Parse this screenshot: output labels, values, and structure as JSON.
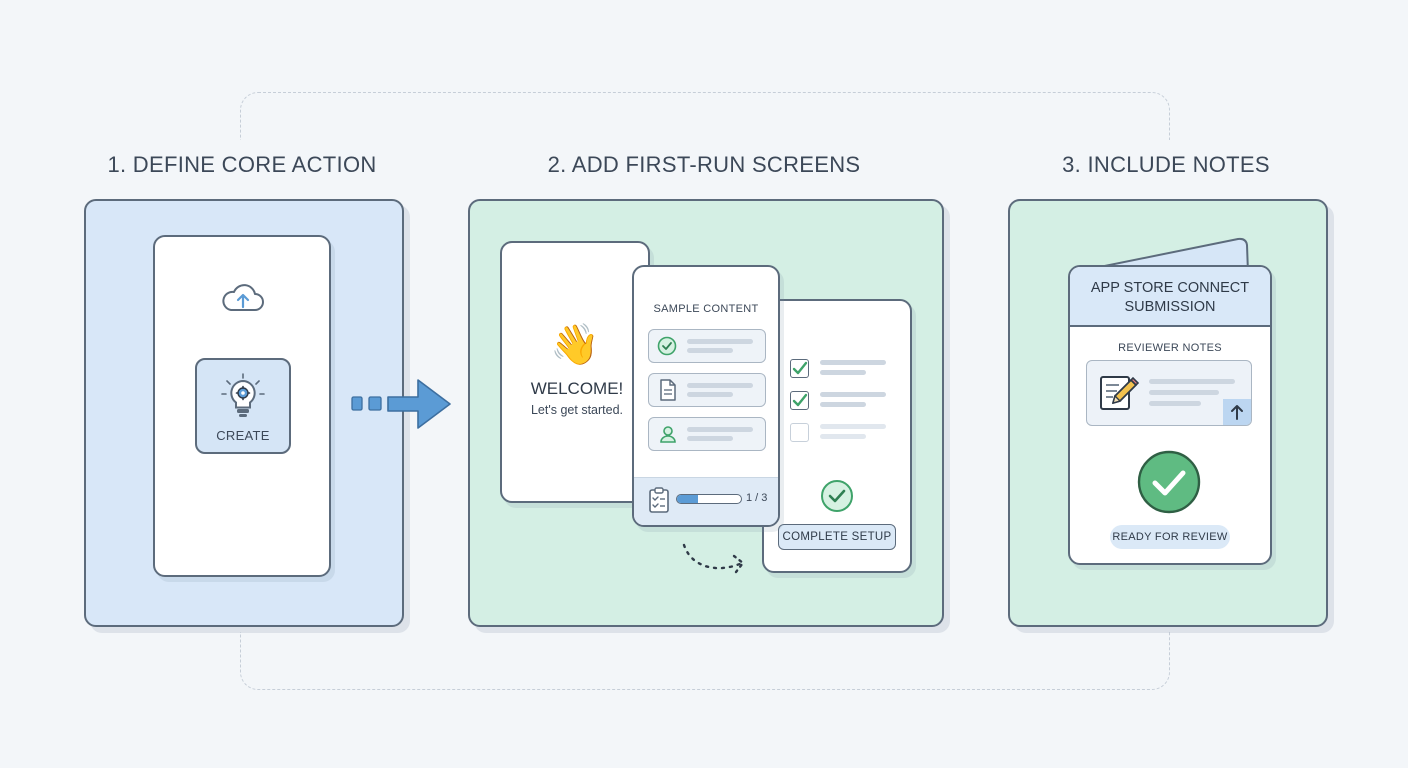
{
  "steps": [
    {
      "title": "1. DEFINE CORE ACTION"
    },
    {
      "title": "2. ADD FIRST-RUN SCREENS"
    },
    {
      "title": "3. INCLUDE NOTES"
    }
  ],
  "step1": {
    "create_label": "CREATE",
    "icons": [
      "cloud-upload-icon",
      "lightbulb-gear-icon"
    ]
  },
  "step2": {
    "welcome_title": "WELCOME!",
    "welcome_subtitle": "Let's get started.",
    "sample_heading": "SAMPLE CONTENT",
    "progress_text": "1 / 3",
    "progress_fraction": 0.33,
    "complete_button": "COMPLETE SETUP",
    "checklist_checked": [
      true,
      true,
      false
    ]
  },
  "step3": {
    "submission_title_line1": "APP STORE CONNECT",
    "submission_title_line2": "SUBMISSION",
    "reviewer_notes": "REVIEWER NOTES",
    "status_badge": "READY FOR REVIEW"
  },
  "colors": {
    "blue_panel": "#d8e7f8",
    "green_panel": "#d4efe4",
    "accent_blue": "#5b9bd5",
    "accent_green": "#3fa36a",
    "outline": "#5c6b7c"
  }
}
